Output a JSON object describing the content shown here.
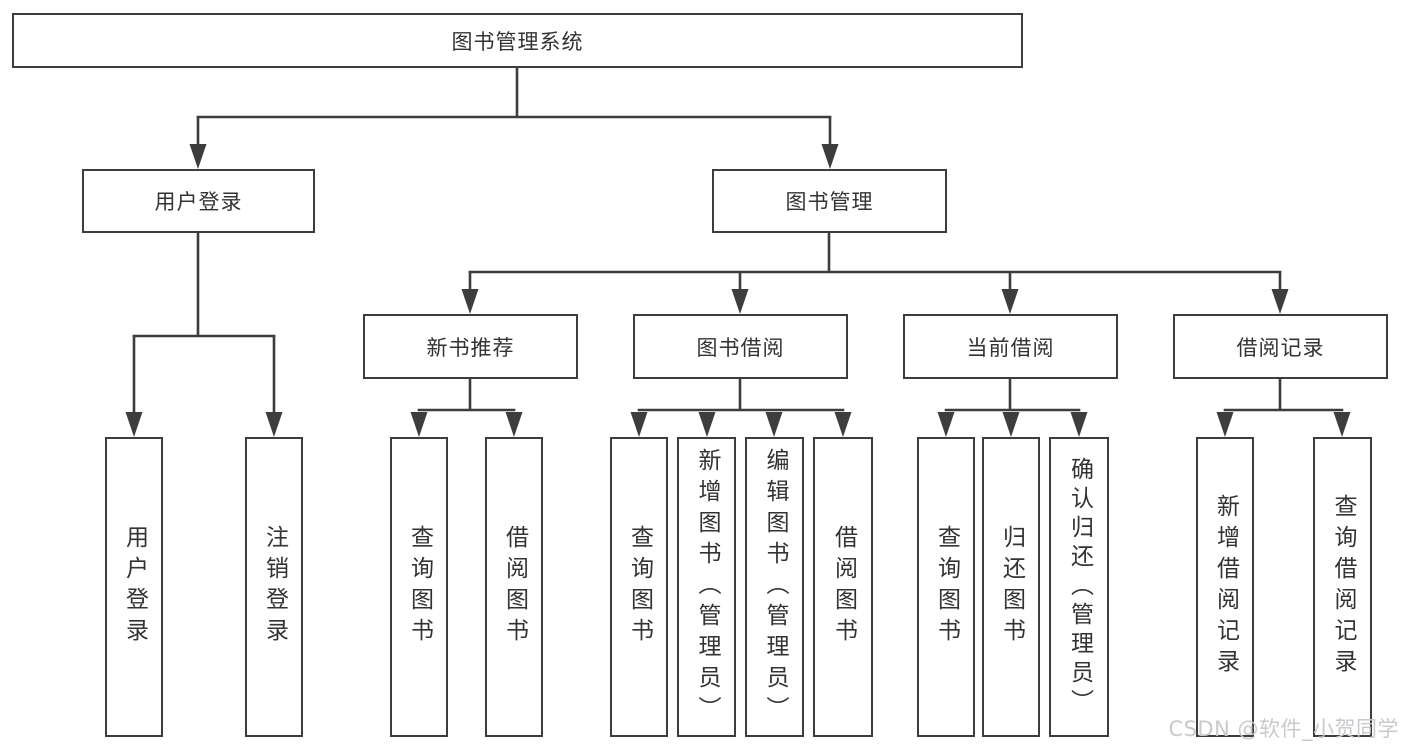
{
  "diagram": {
    "root": "图书管理系统",
    "branches": [
      {
        "label": "用户登录",
        "leaves": [
          "用户登录",
          "注销登录"
        ]
      },
      {
        "label": "图书管理",
        "groups": [
          {
            "label": "新书推荐",
            "leaves": [
              "查询图书",
              "借阅图书"
            ]
          },
          {
            "label": "图书借阅",
            "leaves": [
              "查询图书",
              "新增图书（管理员）",
              "编辑图书（管理员）",
              "借阅图书"
            ]
          },
          {
            "label": "当前借阅",
            "leaves": [
              "查询图书",
              "归还图书",
              "确认归还（管理员）"
            ]
          },
          {
            "label": "借阅记录",
            "leaves": [
              "新增借阅记录",
              "查询借阅记录"
            ]
          }
        ]
      }
    ]
  },
  "watermark": {
    "text": "CSDN @软件_小贺同学"
  },
  "colors": {
    "line": "#3d3d3d",
    "text": "#333333",
    "watermark": "#c9c9ce"
  }
}
